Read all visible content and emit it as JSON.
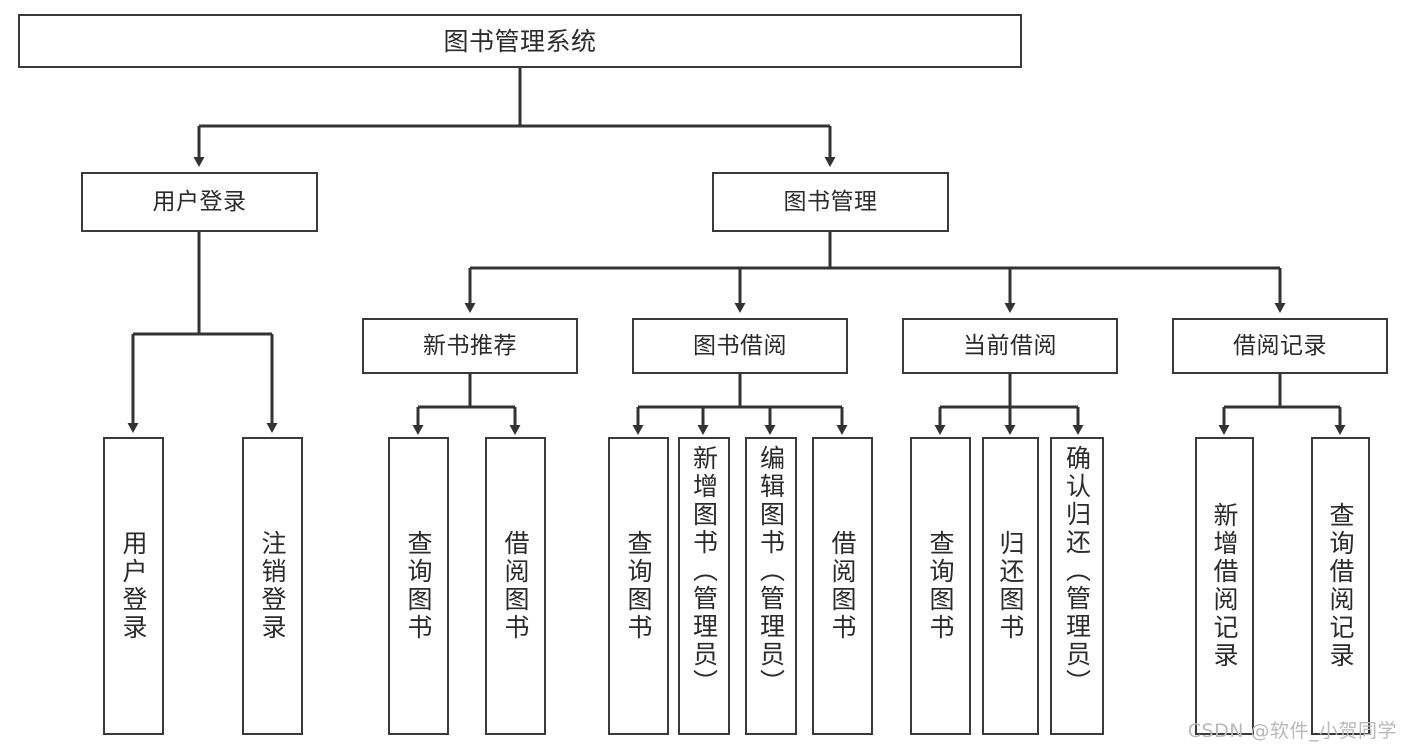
{
  "diagram": {
    "type": "tree",
    "title": "图书管理系统",
    "colors": {
      "box_border": "#3a3a3a",
      "box_fill": "#ffffff",
      "connector": "#333333",
      "text": "#2b2b2b",
      "watermark": "#b9b9b9"
    },
    "root": {
      "label": "图书管理系统"
    },
    "level1": [
      {
        "id": "user-login",
        "label": "用户登录"
      },
      {
        "id": "book-manage",
        "label": "图书管理"
      }
    ],
    "level2": [
      {
        "id": "new-book-recommend",
        "label": "新书推荐"
      },
      {
        "id": "book-borrow",
        "label": "图书借阅"
      },
      {
        "id": "current-borrow",
        "label": "当前借阅"
      },
      {
        "id": "borrow-record",
        "label": "借阅记录"
      }
    ],
    "leaves": {
      "user_login": [
        {
          "id": "leaf-user-login",
          "label": "用户登录"
        },
        {
          "id": "leaf-logout",
          "label": "注销登录"
        }
      ],
      "new_book_recommend": [
        {
          "id": "leaf-query-book-1",
          "label": "查询图书"
        },
        {
          "id": "leaf-borrow-book-1",
          "label": "借阅图书"
        }
      ],
      "book_borrow": [
        {
          "id": "leaf-query-book-2",
          "label": "查询图书"
        },
        {
          "id": "leaf-add-book",
          "label": "新增图书（管理员）"
        },
        {
          "id": "leaf-edit-book",
          "label": "编辑图书（管理员）"
        },
        {
          "id": "leaf-borrow-book-2",
          "label": "借阅图书"
        }
      ],
      "current_borrow": [
        {
          "id": "leaf-query-book-3",
          "label": "查询图书"
        },
        {
          "id": "leaf-return-book",
          "label": "归还图书"
        },
        {
          "id": "leaf-confirm-return",
          "label": "确认归还（管理员）"
        }
      ],
      "borrow_record": [
        {
          "id": "leaf-add-record",
          "label": "新增借阅记录"
        },
        {
          "id": "leaf-query-record",
          "label": "查询借阅记录"
        }
      ]
    },
    "watermark": "CSDN @软件_小贺同学"
  }
}
